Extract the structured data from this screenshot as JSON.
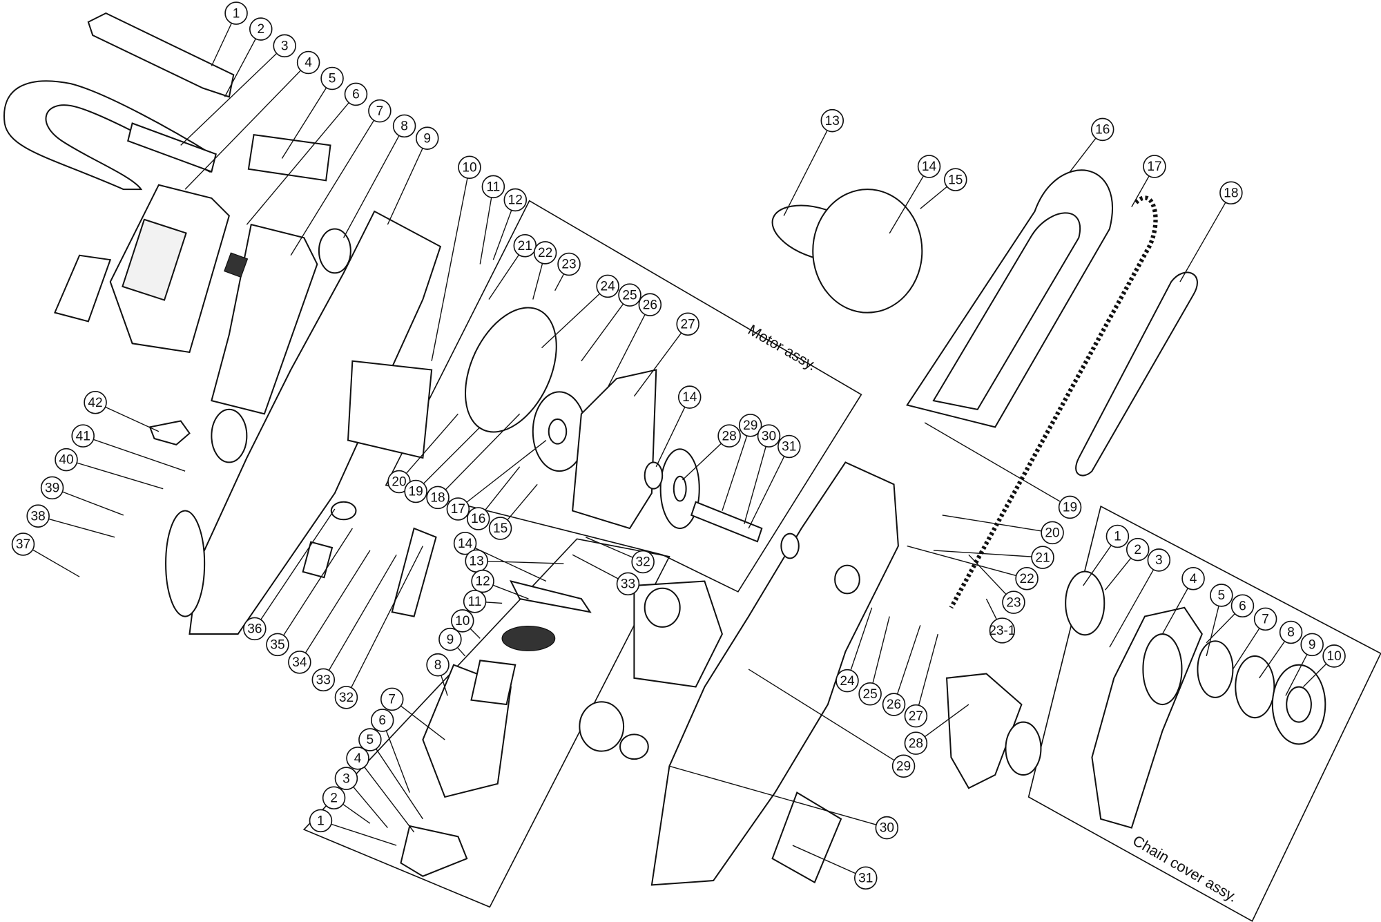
{
  "diagram": {
    "assembly_labels": {
      "motor": "Motor assy.",
      "chain_cover": "Chain cover assy."
    },
    "callouts": {
      "main_left": [
        "1",
        "2",
        "3",
        "4",
        "5",
        "6",
        "7",
        "8",
        "9",
        "10",
        "11",
        "12",
        "21",
        "22",
        "23",
        "24",
        "25",
        "26",
        "27",
        "14",
        "28",
        "29",
        "30",
        "31",
        "20",
        "19",
        "18",
        "17",
        "16",
        "15"
      ],
      "bar_chain": [
        "13",
        "14",
        "15",
        "16",
        "17",
        "18",
        "19",
        "20",
        "21",
        "22",
        "23",
        "23-1"
      ],
      "handle_parts": [
        "42",
        "41",
        "40",
        "39",
        "38",
        "37",
        "36",
        "35",
        "34",
        "33",
        "32"
      ],
      "motor_assy": [
        "14",
        "13",
        "12",
        "11",
        "10",
        "9",
        "8",
        "7",
        "6",
        "5",
        "4",
        "3",
        "2",
        "1",
        "32",
        "33"
      ],
      "body": [
        "24",
        "25",
        "26",
        "27",
        "28",
        "29",
        "30",
        "31"
      ],
      "chain_cover_assy": [
        "1",
        "2",
        "3",
        "4",
        "5",
        "6",
        "7",
        "8",
        "9",
        "10"
      ]
    }
  }
}
